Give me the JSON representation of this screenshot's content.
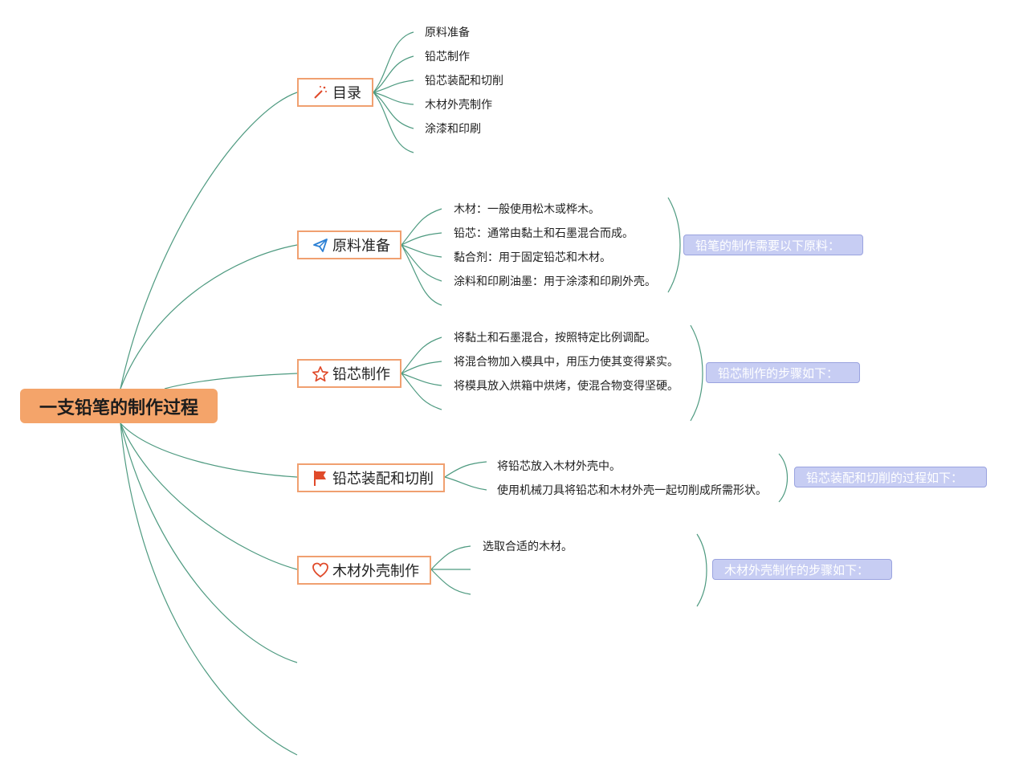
{
  "root": {
    "title": "一支铅笔的制作过程"
  },
  "branches": {
    "toc": {
      "title": "目录",
      "icon": "magic-wand-icon",
      "items": [
        "原料准备",
        "铅芯制作",
        "铅芯装配和切削",
        "木材外壳制作",
        "涂漆和印刷"
      ]
    },
    "materials": {
      "title": "原料准备",
      "icon": "paper-plane-icon",
      "items": [
        "木材：一般使用松木或桦木。",
        "铅芯：通常由黏土和石墨混合而成。",
        "黏合剂：用于固定铅芯和木材。",
        "涂料和印刷油墨：用于涂漆和印刷外壳。"
      ],
      "summary": "铅笔的制作需要以下原料："
    },
    "core": {
      "title": "铅芯制作",
      "icon": "star-icon",
      "items": [
        "将黏土和石墨混合，按照特定比例调配。",
        "将混合物加入模具中，用压力使其变得紧实。",
        "将模具放入烘箱中烘烤，使混合物变得坚硬。"
      ],
      "summary": "铅芯制作的步骤如下："
    },
    "assembly": {
      "title": "铅芯装配和切削",
      "icon": "flag-icon",
      "items": [
        "将铅芯放入木材外壳中。",
        "使用机械刀具将铅芯和木材外壳一起切削成所需形状。"
      ],
      "summary": "铅芯装配和切削的过程如下："
    },
    "casing": {
      "title": "木材外壳制作",
      "icon": "heart-icon",
      "items": [
        "选取合适的木材。"
      ],
      "summary": "木材外壳制作的步骤如下："
    }
  },
  "colors": {
    "edge": "#4e9a80",
    "root_fill": "#f4a46a",
    "branch_border": "#f0a070",
    "summary_fill": "#c7cdf3",
    "accent_red": "#e04a2a",
    "accent_blue": "#2a7fd4"
  }
}
